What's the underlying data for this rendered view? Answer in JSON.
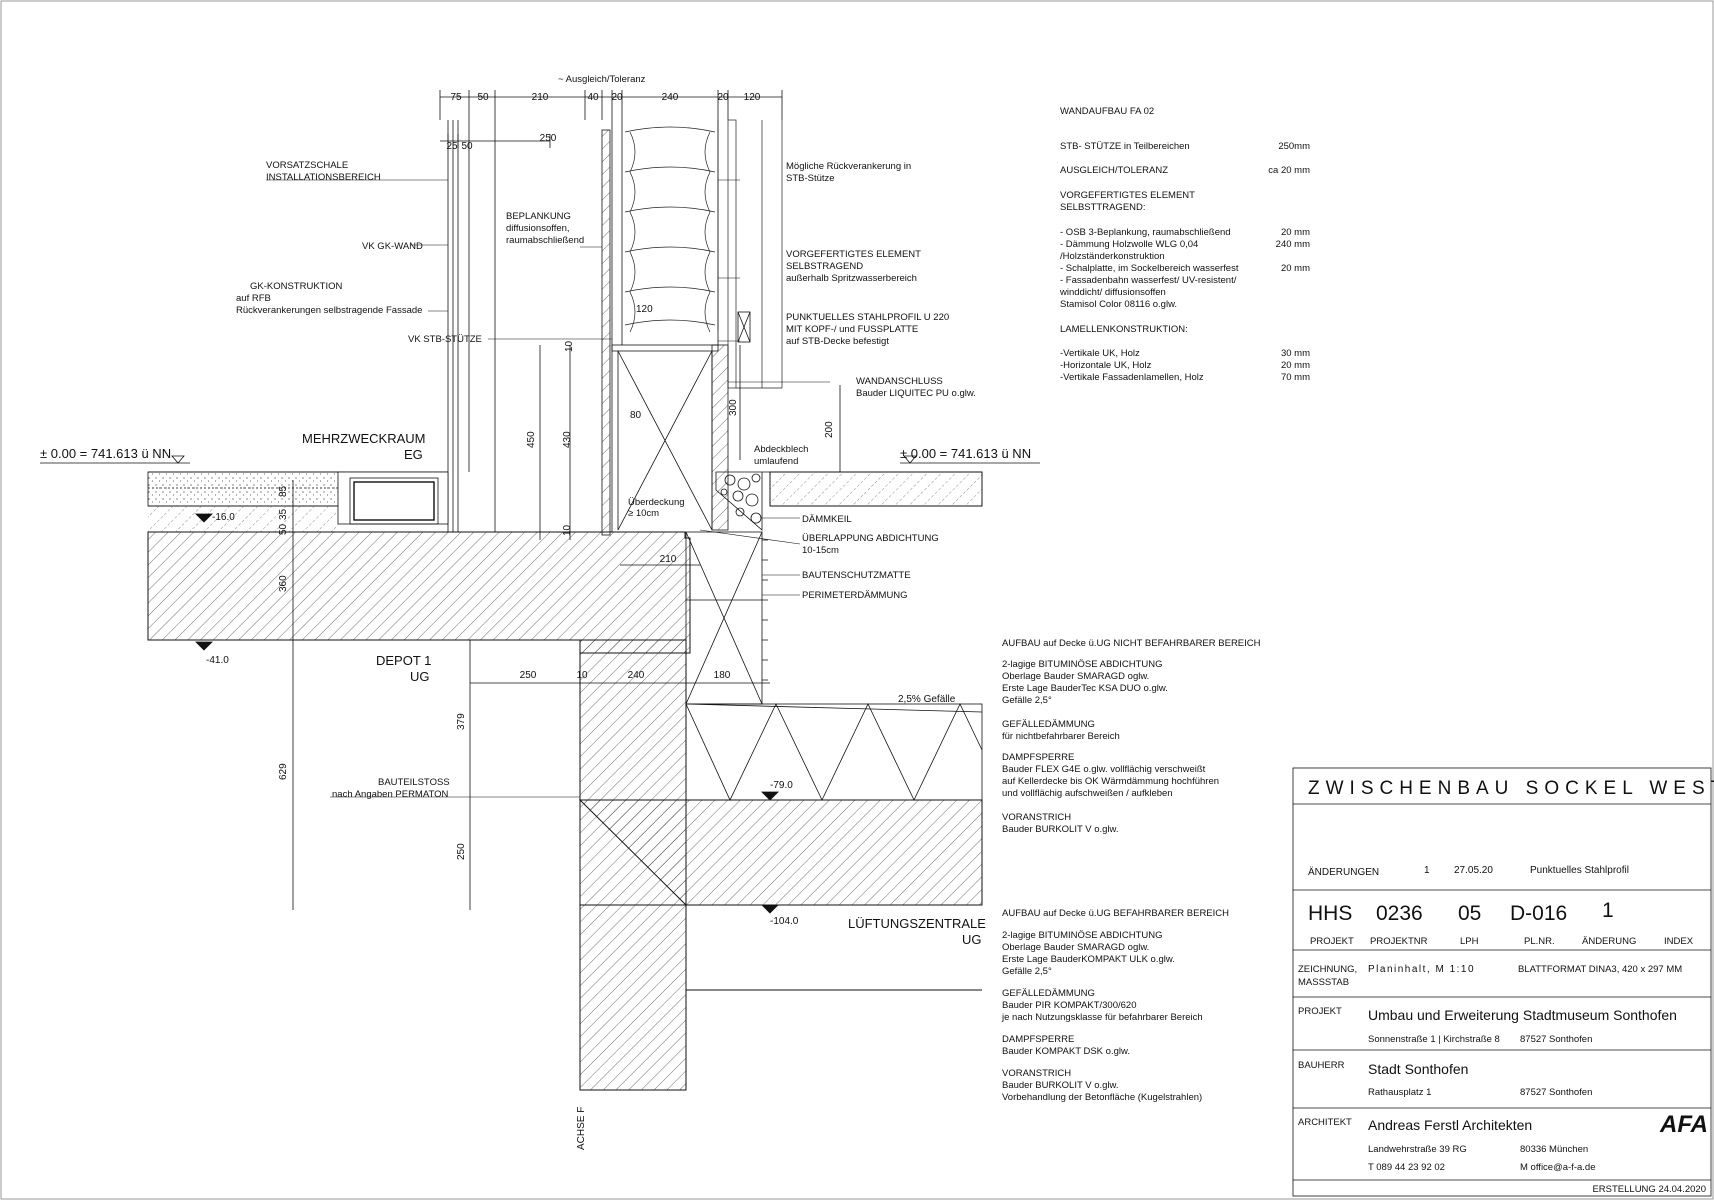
{
  "drawing": {
    "dims_top": [
      "75",
      "50",
      "210",
      "40",
      "20",
      "240",
      "20",
      "120"
    ],
    "dim_tolerance": "~ Ausgleich/Toleranz",
    "dims_second": [
      "25",
      "50",
      "250"
    ],
    "dim_120": "120",
    "dims_vertical": [
      "10",
      "450",
      "430",
      "300",
      "200",
      "85",
      "35",
      "50",
      "10",
      "360",
      "379",
      "250",
      "629"
    ],
    "dim_80": "80",
    "dims_lower": [
      "210",
      "250",
      "10",
      "240",
      "180"
    ],
    "level_ok": "± 0.00 = 741.613 ü NN",
    "level_ok_right": "± 0.00 = 741.613 ü NN",
    "elev_a": "-16.0",
    "elev_b": "-41.0",
    "elev_c": "-79.0",
    "elev_d": "-104.0",
    "room_eg_1": "MEHRZWECKRAUM",
    "room_eg_2": "EG",
    "room_depot_1": "DEPOT 1",
    "room_depot_2": "UG",
    "room_luft_1": "LÜFTUNGSZENTRALE",
    "room_luft_2": "UG",
    "axis_label": "ACHSE F",
    "slope_label": "2,5% Gefälle",
    "labels_left": {
      "vorsatz_1": "VORSATZSCHALE",
      "vorsatz_2": "INSTALLATIONSBEREICH",
      "vk_gk": "VK GK-WAND",
      "gk_1": "GK-KONSTRUKTION",
      "gk_2": "auf RFB",
      "gk_3": "Rückverankerungen selbstragende Fassade",
      "vk_stb": "VK STB-STÜTZE",
      "bauteil_1": "BAUTEILSTOSS",
      "bauteil_2": "nach Angaben PERMATON"
    },
    "labels_mid": {
      "beplankung_1": "BEPLANKUNG",
      "beplankung_2": "diffusionsoffen,",
      "beplankung_3": "raumabschließend",
      "ueberdeckung_1": "Überdeckung",
      "ueberdeckung_2": "≥ 10cm",
      "abdeck_1": "Abdeckblech",
      "abdeck_2": "umlaufend"
    },
    "labels_right": {
      "rueck_1": "Mögliche Rückverankerung in",
      "rueck_2": "STB-Stütze",
      "vorgef_1": "VORGEFERTIGTES ELEMENT",
      "vorgef_2": "SELBSTRAGEND",
      "vorgef_3": "außerhalb Spritzwasserbereich",
      "stahl_1": "PUNKTUELLES STAHLPROFIL U 220",
      "stahl_2": "MIT KOPF-/ und FUSSPLATTE",
      "stahl_3": "auf STB-Decke befestigt",
      "wand_1": "WANDANSCHLUSS",
      "wand_2": "Bauder LIQUITEC PU o.glw.",
      "daemmkeil": "DÄMMKEIL",
      "ueberl_1": "ÜBERLAPPUNG ABDICHTUNG",
      "ueberl_2": "10-15cm",
      "bautenschutz": "BAUTENSCHUTZMATTE",
      "perimeter": "PERIMETERDÄMMUNG"
    }
  },
  "wall_spec": {
    "title": "WANDAUFBAU FA 02",
    "stb_label": "STB- STÜTZE in Teilbereichen",
    "stb_value": "250mm",
    "ausgleich_label": "AUSGLEICH/TOLERANZ",
    "ausgleich_value": "ca 20 mm",
    "vorgef_1": "VORGEFERTIGTES ELEMENT",
    "vorgef_2": "SELBSTTRAGEND:",
    "osb_label": "- OSB 3-Beplankung, raumabschließend",
    "osb_value": "20 mm",
    "daemm_label": "- Dämmung Holzwolle WLG 0,04",
    "daemm_value": "240 mm",
    "daemm_label_2": "/Holzständerkonstruktion",
    "schal_label": "- Schalplatte, im Sockelbereich wasserfest",
    "schal_value": "20 mm",
    "fassade_1": "- Fassadenbahn wasserfest/ UV-resistent/",
    "fassade_2": "winddicht/ diffusionsoffen",
    "fassade_3": "Stamisol Color 08116 o.glw.",
    "lamellen_title": "LAMELLENKONSTRUKTION:",
    "vert_label": "-Vertikale UK, Holz",
    "vert_value": "30 mm",
    "hor_label": "-Horizontale UK, Holz",
    "hor_value": "20 mm",
    "lam_label": "-Vertikale Fassadenlamellen, Holz",
    "lam_value": "70 mm"
  },
  "build_up_1": {
    "title": "AUFBAU auf Decke ü.UG  NICHT BEFAHRBARER BEREICH",
    "l1": "2-lagige BITUMINÖSE ABDICHTUNG",
    "l2": "Oberlage Bauder SMARAGD oglw.",
    "l3": "Erste Lage BauderTec KSA DUO o.glw.",
    "l4": "Gefälle 2,5°",
    "l5": "GEFÄLLEDÄMMUNG",
    "l6": "für  nichtbefahrbarer Bereich",
    "l7": "DAMPFSPERRE",
    "l8": "Bauder FLEX G4E o.glw. vollflächig verschweißt",
    "l9": " auf Kellerdecke bis OK Wärmdämmung hochführen",
    "l10": "und vollflächig aufschweißen / aufkleben",
    "l11": "VORANSTRICH",
    "l12": "Bauder BURKOLIT V o.glw."
  },
  "build_up_2": {
    "title": "AUFBAU auf Decke ü.UG  BEFAHRBARER BEREICH",
    "l1": "2-lagige BITUMINÖSE ABDICHTUNG",
    "l2": "Oberlage Bauder SMARAGD oglw.",
    "l3": "Erste Lage BauderKOMPAKT ULK o.glw.",
    "l4": "Gefälle 2,5°",
    "l5": "GEFÄLLEDÄMMUNG",
    "l6": "Bauder PIR KOMPAKT/300/620",
    "l7": "je nach Nutzungsklasse für befahrbarer Bereich",
    "l8": "DAMPFSPERRE",
    "l9": "Bauder KOMPAKT DSK o.glw.",
    "l10": "VORANSTRICH",
    "l11": "Bauder BURKOLIT V o.glw.",
    "l12": "Vorbehandlung der Betonfläche (Kugelstrahlen)"
  },
  "title_block": {
    "title": "ZWISCHENBAU SOCKEL  WEST",
    "aenderungen_label": "ÄNDERUNGEN",
    "aend_nr": "1",
    "aend_date": "27.05.20",
    "aend_text": "Punktuelles Stahlprofil",
    "projekt_code": "HHS",
    "projektnr": "0236",
    "lph": "05",
    "plnr": "D-016",
    "aenderung": "1",
    "h_projekt": "PROJEKT",
    "h_projektnr": "PROJEKTNR",
    "h_lph": "LPH",
    "h_plnr": "PL.NR.",
    "h_aenderung": "ÄNDERUNG",
    "h_index": "INDEX",
    "zeichnung_label_1": "ZEICHNUNG,",
    "zeichnung_label_2": "MASSSTAB",
    "zeichnung_value": "Planinhalt, M 1:10",
    "blattformat": "BLATTFORMAT  DINA3, 420 x 297 MM",
    "projekt_label": "PROJEKT",
    "projekt_name": "Umbau und Erweiterung Stadtmuseum Sonthofen",
    "projekt_addr_1": "Sonnenstraße 1 | Kirchstraße 8",
    "projekt_addr_2": "87527 Sonthofen",
    "bauherr_label": "BAUHERR",
    "bauherr_name": "Stadt Sonthofen",
    "bauherr_addr_1": "Rathausplatz 1",
    "bauherr_addr_2": "87527 Sonthofen",
    "architekt_label": "ARCHITEKT",
    "architekt_name": "Andreas Ferstl Architekten",
    "architekt_addr_1": "Landwehrstraße 39 RG",
    "architekt_addr_2": "80336 München",
    "architekt_tel": "T  089 44 23 92 02",
    "architekt_mail": "M  office@a-f-a.de",
    "logo": "AFA",
    "erstellung": "ERSTELLUNG 24.04.2020"
  }
}
